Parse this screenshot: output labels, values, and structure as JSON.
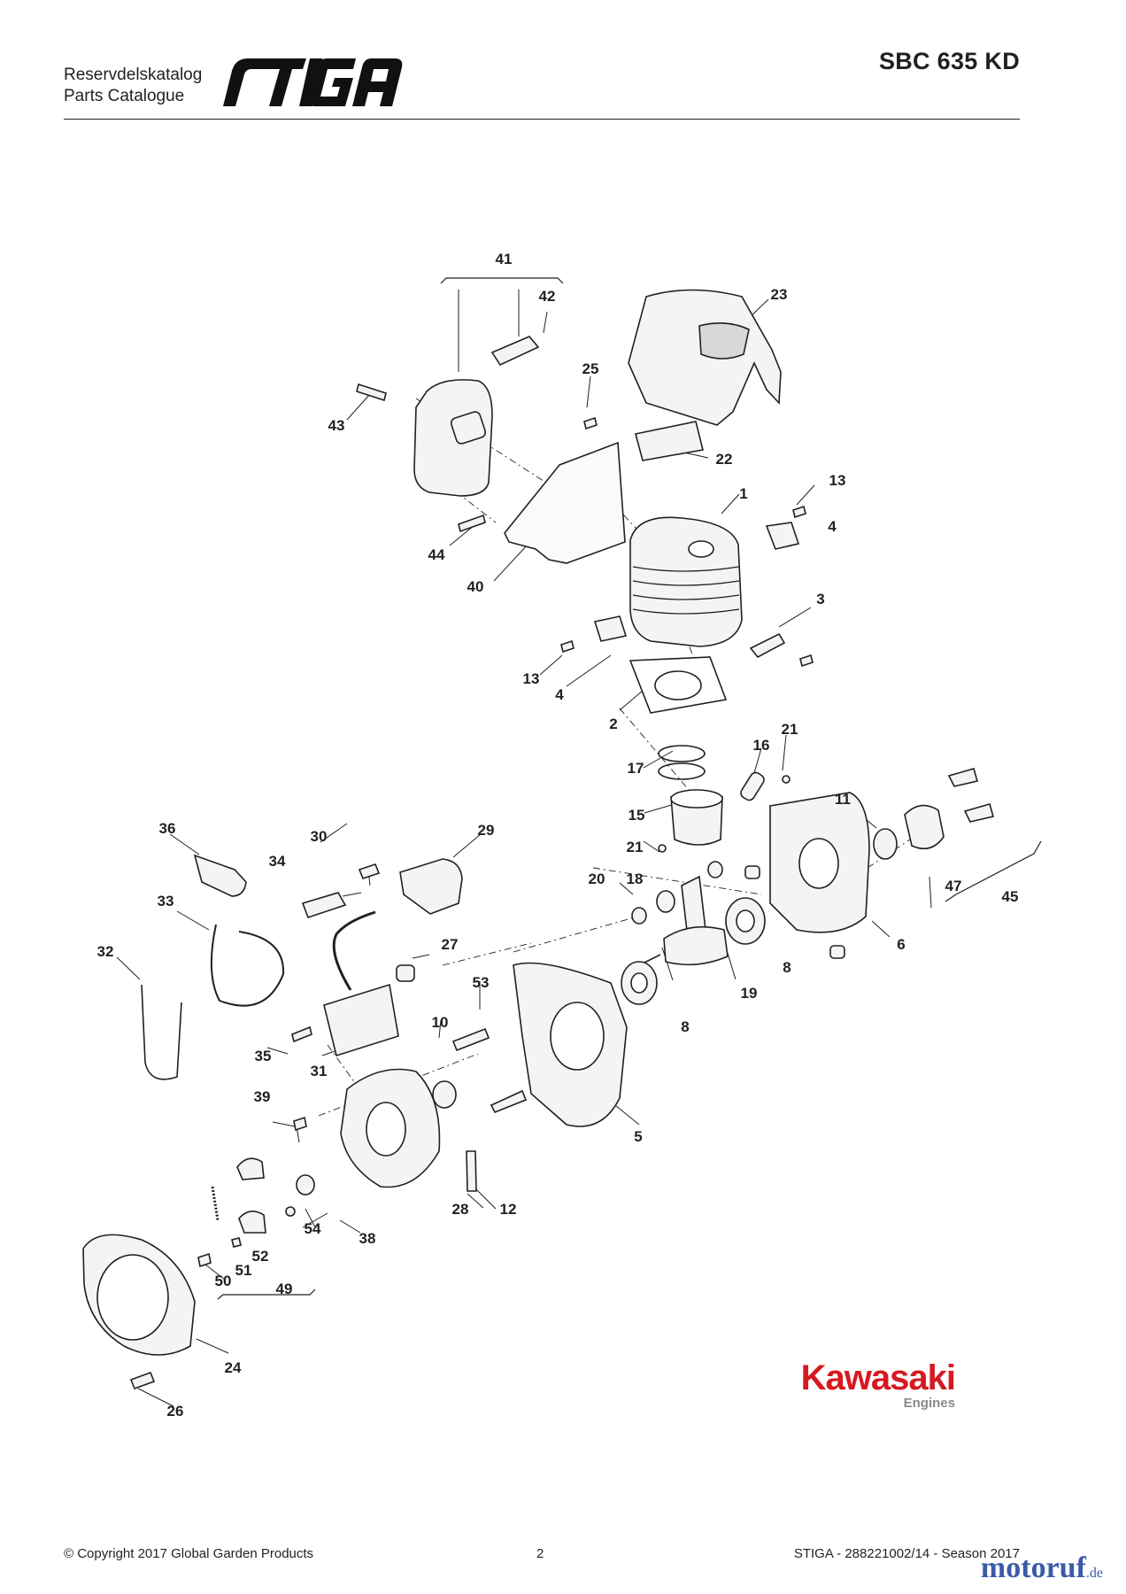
{
  "header": {
    "catalog_sv": "Reservdelskatalog",
    "catalog_en": "Parts Catalogue",
    "brand": "STIGA",
    "model": "SBC 635 KD"
  },
  "parts": [
    {
      "id": "p41",
      "num": "41"
    },
    {
      "id": "p42",
      "num": "42"
    },
    {
      "id": "p23",
      "num": "23"
    },
    {
      "id": "p43",
      "num": "43"
    },
    {
      "id": "p25",
      "num": "25"
    },
    {
      "id": "p22",
      "num": "22"
    },
    {
      "id": "p13a",
      "num": "13"
    },
    {
      "id": "p1",
      "num": "1"
    },
    {
      "id": "p4a",
      "num": "4"
    },
    {
      "id": "p44",
      "num": "44"
    },
    {
      "id": "p40",
      "num": "40"
    },
    {
      "id": "p3",
      "num": "3"
    },
    {
      "id": "p13b",
      "num": "13"
    },
    {
      "id": "p4b",
      "num": "4"
    },
    {
      "id": "p2",
      "num": "2"
    },
    {
      "id": "p21a",
      "num": "21"
    },
    {
      "id": "p16",
      "num": "16"
    },
    {
      "id": "p17",
      "num": "17"
    },
    {
      "id": "p11",
      "num": "11"
    },
    {
      "id": "p15",
      "num": "15"
    },
    {
      "id": "p36",
      "num": "36"
    },
    {
      "id": "p29",
      "num": "29"
    },
    {
      "id": "p30",
      "num": "30"
    },
    {
      "id": "p21b",
      "num": "21"
    },
    {
      "id": "p34",
      "num": "34"
    },
    {
      "id": "p47",
      "num": "47"
    },
    {
      "id": "p20",
      "num": "20"
    },
    {
      "id": "p18",
      "num": "18"
    },
    {
      "id": "p45",
      "num": "45"
    },
    {
      "id": "p33",
      "num": "33"
    },
    {
      "id": "p6",
      "num": "6"
    },
    {
      "id": "p27",
      "num": "27"
    },
    {
      "id": "p32",
      "num": "32"
    },
    {
      "id": "p8a",
      "num": "8"
    },
    {
      "id": "p53",
      "num": "53"
    },
    {
      "id": "p19",
      "num": "19"
    },
    {
      "id": "p10",
      "num": "10"
    },
    {
      "id": "p8b",
      "num": "8"
    },
    {
      "id": "p35",
      "num": "35"
    },
    {
      "id": "p31",
      "num": "31"
    },
    {
      "id": "p39",
      "num": "39"
    },
    {
      "id": "p5",
      "num": "5"
    },
    {
      "id": "p12",
      "num": "12"
    },
    {
      "id": "p28",
      "num": "28"
    },
    {
      "id": "p54",
      "num": "54"
    },
    {
      "id": "p38",
      "num": "38"
    },
    {
      "id": "p52",
      "num": "52"
    },
    {
      "id": "p51",
      "num": "51"
    },
    {
      "id": "p50",
      "num": "50"
    },
    {
      "id": "p49",
      "num": "49"
    },
    {
      "id": "p24",
      "num": "24"
    },
    {
      "id": "p26",
      "num": "26"
    }
  ],
  "kawasaki": {
    "name": "Kawasaki",
    "sub": "Engines"
  },
  "footer": {
    "copyright": "© Copyright 2017 Global Garden Products",
    "page": "2",
    "ref": "STIGA - 288221002/14 - Season 2017"
  },
  "watermark": {
    "text": "motoruf",
    "suffix": ".de"
  }
}
